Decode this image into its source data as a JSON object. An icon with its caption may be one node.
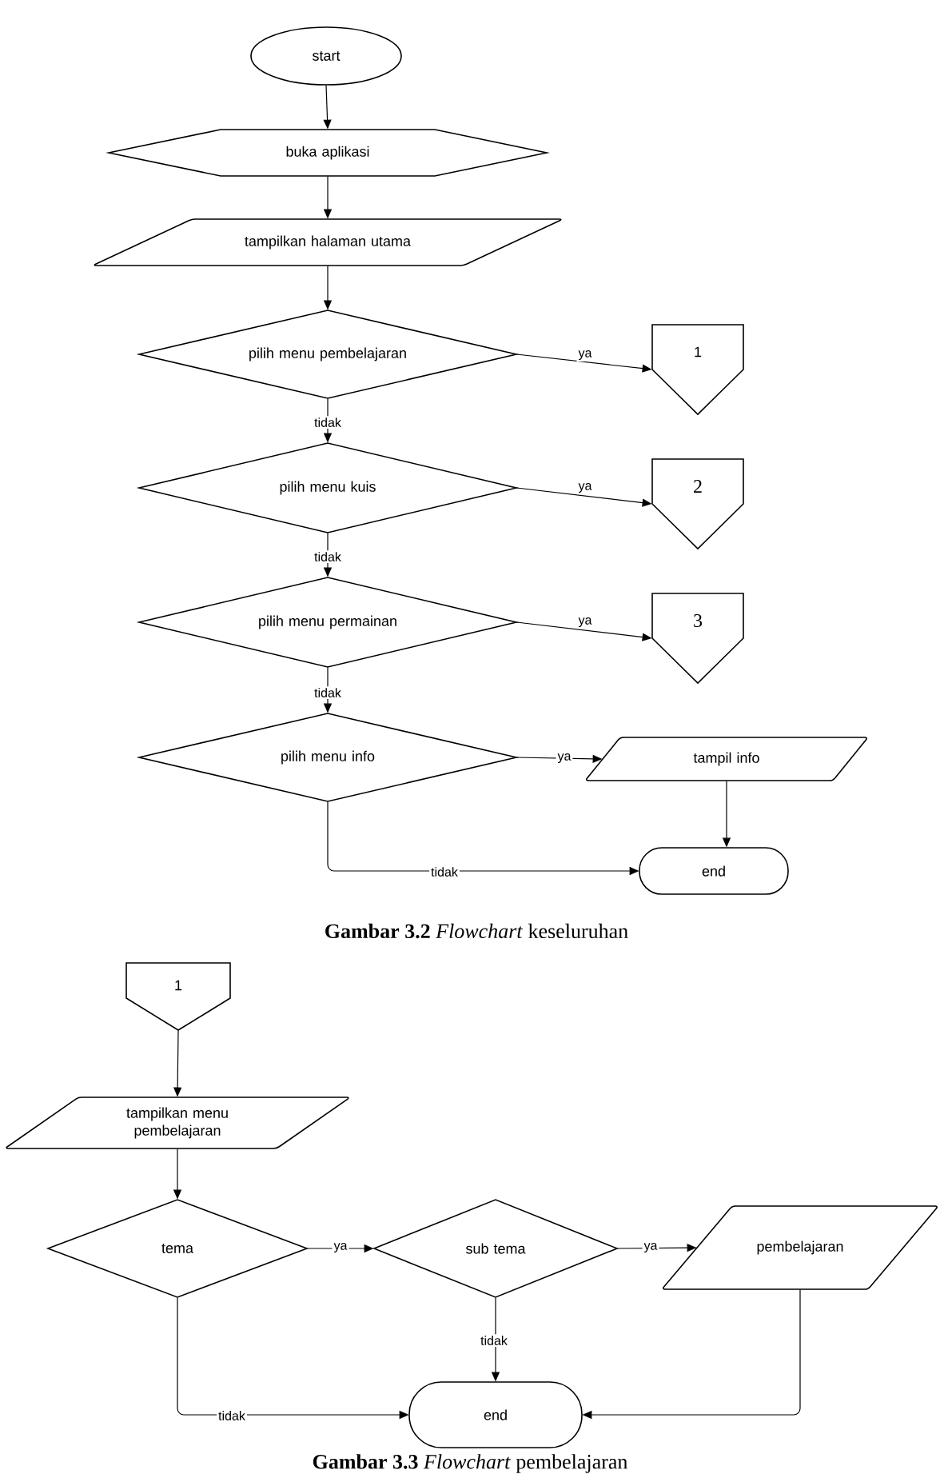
{
  "diagram": {
    "nodes": [
      {
        "text": [
          "start"
        ]
      },
      {
        "text": [
          "buka aplikasi"
        ]
      },
      {
        "text": [
          "tampilkan halaman utama"
        ]
      },
      {
        "text": [
          "pilih menu pembelajaran"
        ]
      },
      {
        "text": [
          "1"
        ]
      },
      {
        "text": [
          "pilih menu kuis"
        ]
      },
      {
        "text": [
          "2"
        ]
      },
      {
        "text": [
          "pilih menu permainan"
        ]
      },
      {
        "text": [
          "3"
        ]
      },
      {
        "text": [
          "pilih menu info"
        ]
      },
      {
        "text": [
          "tampil info"
        ]
      },
      {
        "text": [
          "end"
        ]
      },
      {
        "text": [
          "1"
        ]
      },
      {
        "text": [
          "tampilkan menu pembelajaran"
        ]
      },
      {
        "text": [
          "tema"
        ]
      },
      {
        "text": [
          "sub tema"
        ]
      },
      {
        "text": [
          "pembelajaran"
        ]
      },
      {
        "text": [
          "end"
        ]
      }
    ],
    "edges": [
      {
        "from": 0,
        "to": 1,
        "arrow": "to"
      },
      {
        "from": 1,
        "to": 2,
        "arrow": "to"
      },
      {
        "from": 2,
        "to": 3,
        "arrow": "to"
      },
      {
        "from": 3,
        "to": 4,
        "arrow": "to",
        "label": "ya"
      },
      {
        "from": 3,
        "to": 5,
        "arrow": "to",
        "label": "tidak"
      },
      {
        "from": 5,
        "to": 6,
        "arrow": "to",
        "label": "ya"
      },
      {
        "from": 5,
        "to": 7,
        "arrow": "to",
        "label": "tidak"
      },
      {
        "from": 7,
        "to": 8,
        "arrow": "to",
        "label": "ya"
      },
      {
        "from": 7,
        "to": 9,
        "arrow": "to",
        "label": "tidak"
      },
      {
        "from": 9,
        "to": 10,
        "arrow": "to",
        "label": "ya"
      },
      {
        "from": 9,
        "to": 11,
        "arrow": "to",
        "label": "tidak"
      },
      {
        "from": 10,
        "to": 11,
        "arrow": "to"
      },
      {
        "from": 12,
        "to": 13,
        "arrow": "to"
      },
      {
        "from": 13,
        "to": 14,
        "arrow": "to"
      },
      {
        "from": 14,
        "to": 15,
        "arrow": "to",
        "label": "ya"
      },
      {
        "from": 15,
        "to": 16,
        "arrow": "to",
        "label": "ya"
      },
      {
        "from": 14,
        "to": 17,
        "arrow": "to",
        "label": "tidak"
      },
      {
        "from": 15,
        "to": 17,
        "arrow": "to",
        "label": "tidak"
      },
      {
        "from": 16,
        "to": 17,
        "arrow": "to"
      }
    ],
    "labels": [
      "**Gambar 3.2** *Flowchart* keseluruhan",
      "**Gambar 3.3** *Flowchart* pembelajaran"
    ]
  }
}
